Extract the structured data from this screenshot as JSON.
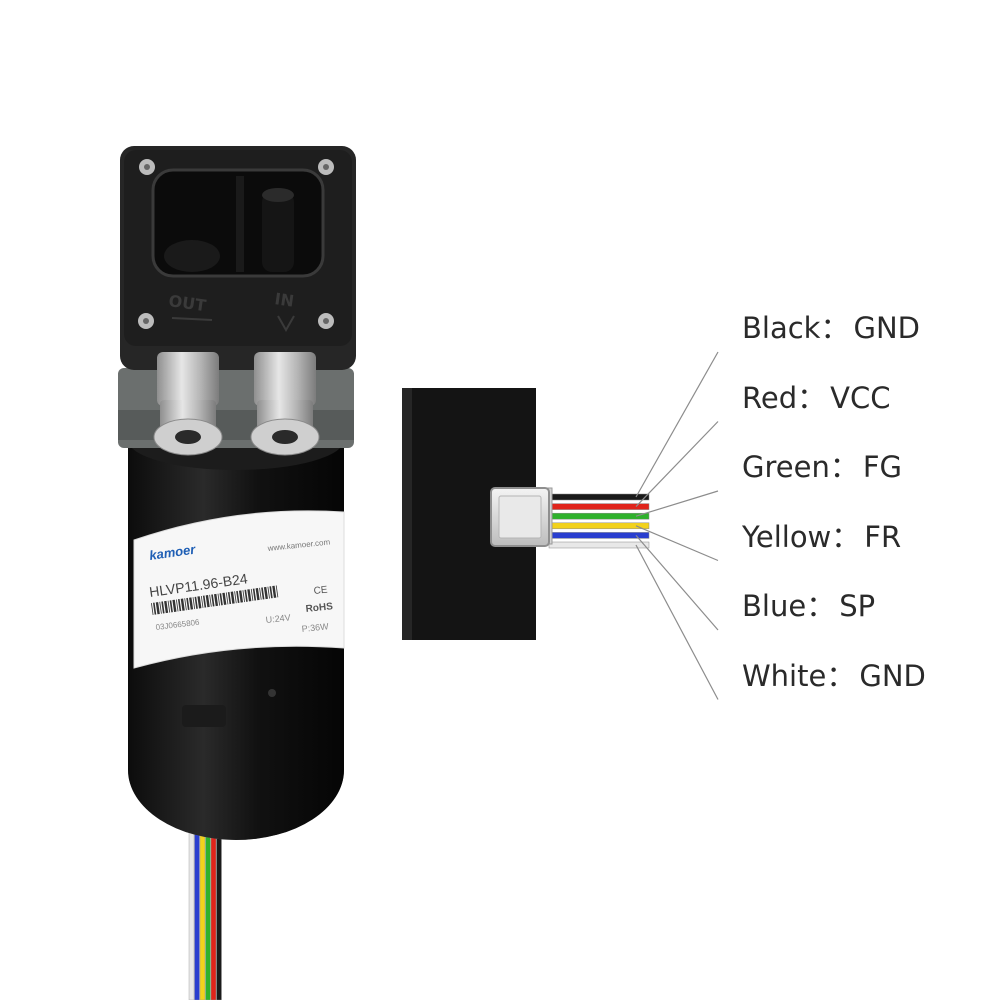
{
  "pump": {
    "port_out_label": "OUT",
    "port_in_label": "IN",
    "brand_label": "kamoer",
    "website_label": "www.kamoer.com",
    "model_label": "HLVP11.96-B24",
    "serial_label": "03J0665806",
    "voltage_label": "U:24V",
    "power_label": "P:36W",
    "ce_mark": "CE",
    "rohs_mark": "RoHS",
    "body_color": "#141414",
    "head_color": "#2c2c2c",
    "fitting_color": "#c9c9c9"
  },
  "connector": {
    "wires": [
      {
        "color_name": "Black",
        "function": "GND",
        "hex": "#1a1a1a"
      },
      {
        "color_name": "Red",
        "function": "VCC",
        "hex": "#e0241b"
      },
      {
        "color_name": "Green",
        "function": "FG",
        "hex": "#2fb12c"
      },
      {
        "color_name": "Yellow",
        "function": "FR",
        "hex": "#f2d21c"
      },
      {
        "color_name": "Blue",
        "function": "SP",
        "hex": "#2a3fcf"
      },
      {
        "color_name": "White",
        "function": "GND",
        "hex": "#e8e8e8"
      }
    ],
    "separator": "："
  }
}
